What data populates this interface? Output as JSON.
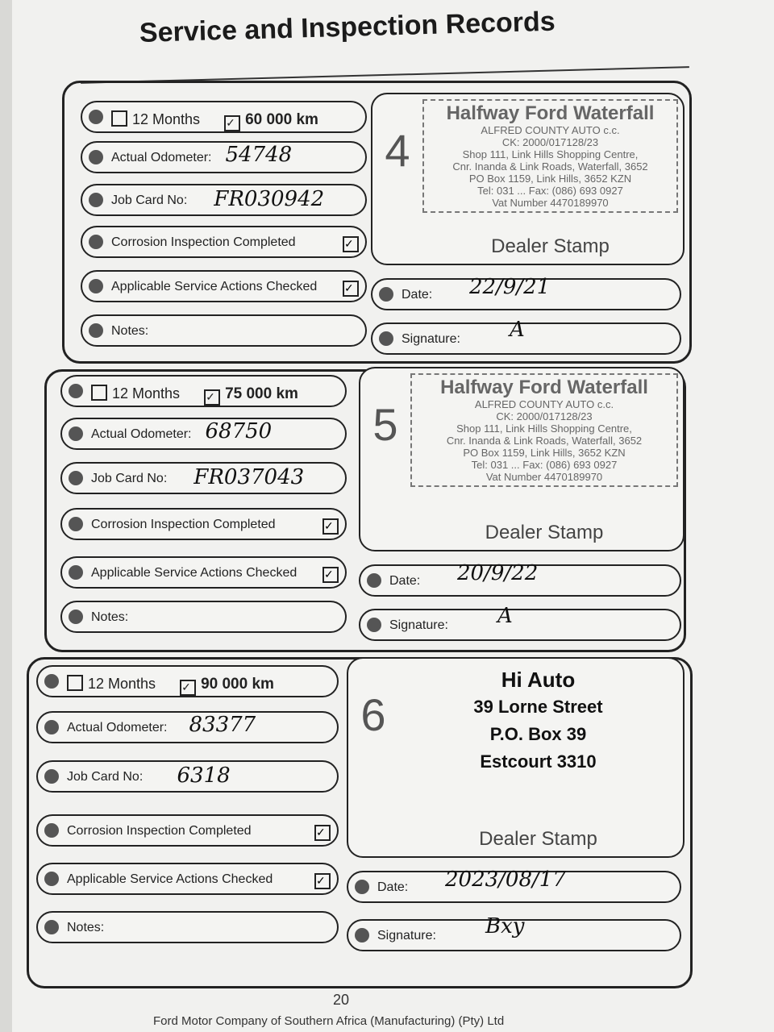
{
  "title": "Service and Inspection Records",
  "labels": {
    "months": "12 Months",
    "odometer": "Actual Odometer:",
    "job_card": "Job Card No:",
    "corrosion": "Corrosion Inspection Completed",
    "service_actions": "Applicable Service Actions Checked",
    "notes": "Notes:",
    "date": "Date:",
    "signature": "Signature:",
    "dealer_stamp": "Dealer Stamp"
  },
  "records": [
    {
      "number": "4",
      "km": "60 000 km",
      "km_checked": true,
      "odometer": "54748",
      "job_card": "FR030942",
      "corrosion_checked": true,
      "service_checked": true,
      "date": "22/9/21",
      "signature": "A",
      "stamp": {
        "name": "Halfway Ford Waterfall",
        "lines": [
          "ALFRED COUNTY AUTO c.c.",
          "CK: 2000/017128/23",
          "Shop 111, Link Hills Shopping Centre,",
          "Cnr. Inanda & Link Roads, Waterfall, 3652",
          "PO Box 1159, Link Hills, 3652 KZN",
          "Tel: 031 ... Fax: (086) 693 0927",
          "Vat Number 4470189970"
        ]
      }
    },
    {
      "number": "5",
      "km": "75 000 km",
      "km_checked": true,
      "odometer": "68750",
      "job_card": "FR037043",
      "corrosion_checked": true,
      "service_checked": true,
      "date": "20/9/22",
      "signature": "A",
      "stamp": {
        "name": "Halfway Ford Waterfall",
        "lines": [
          "ALFRED COUNTY AUTO c.c.",
          "CK: 2000/017128/23",
          "Shop 111, Link Hills Shopping Centre,",
          "Cnr. Inanda & Link Roads, Waterfall, 3652",
          "PO Box 1159, Link Hills, 3652 KZN",
          "Tel: 031 ... Fax: (086) 693 0927",
          "Vat Number 4470189970"
        ]
      }
    },
    {
      "number": "6",
      "km": "90 000 km",
      "km_checked": true,
      "odometer": "83377",
      "job_card": "6318",
      "corrosion_checked": true,
      "service_checked": true,
      "date": "2023/08/17",
      "signature": "Bxy",
      "stamp": {
        "name": "Hi Auto",
        "lines": [
          "39 Lorne Street",
          "P.O. Box 39",
          "Estcourt 3310"
        ]
      }
    }
  ],
  "page_number": "20",
  "footer": "Ford Motor Company of Southern Africa (Manufacturing) (Pty) Ltd"
}
